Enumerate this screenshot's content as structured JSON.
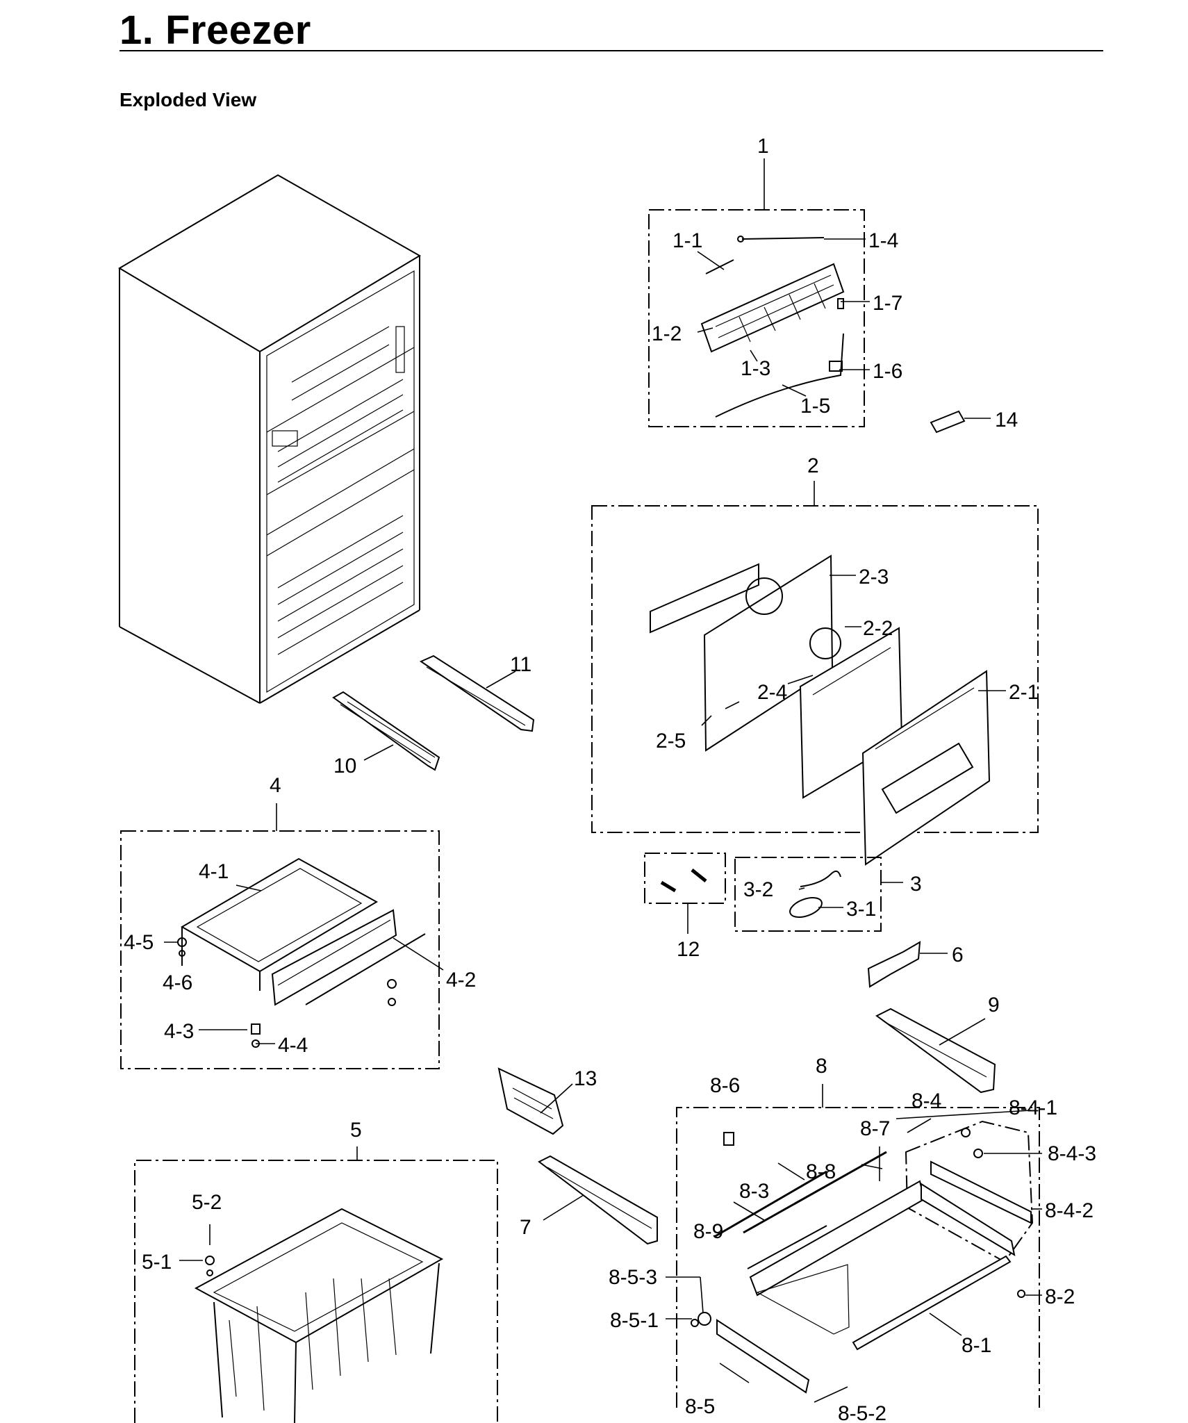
{
  "header": {
    "title": "1. Freezer",
    "subtitle": "Exploded View"
  },
  "labels": {
    "l1": "1",
    "l1_1": "1-1",
    "l1_2": "1-2",
    "l1_3": "1-3",
    "l1_4": "1-4",
    "l1_5": "1-5",
    "l1_6": "1-6",
    "l1_7": "1-7",
    "l14": "14",
    "l2": "2",
    "l2_1": "2-1",
    "l2_2": "2-2",
    "l2_3": "2-3",
    "l2_4": "2-4",
    "l2_5": "2-5",
    "l11": "11",
    "l10": "10",
    "l4": "4",
    "l4_1": "4-1",
    "l4_2": "4-2",
    "l4_3": "4-3",
    "l4_4": "4-4",
    "l4_5": "4-5",
    "l4_6": "4-6",
    "l12": "12",
    "l3": "3",
    "l3_1": "3-1",
    "l3_2": "3-2",
    "l6": "6",
    "l9": "9",
    "l13": "13",
    "l7": "7",
    "l5": "5",
    "l5_1": "5-1",
    "l5_2": "5-2",
    "l8": "8",
    "l8_1": "8-1",
    "l8_2": "8-2",
    "l8_3": "8-3",
    "l8_4": "8-4",
    "l8_4_1": "8-4-1",
    "l8_4_2": "8-4-2",
    "l8_4_3": "8-4-3",
    "l8_5": "8-5",
    "l8_5_1": "8-5-1",
    "l8_5_2": "8-5-2",
    "l8_5_3": "8-5-3",
    "l8_6": "8-6",
    "l8_7": "8-7",
    "l8_8": "8-8",
    "l8_9": "8-9"
  }
}
